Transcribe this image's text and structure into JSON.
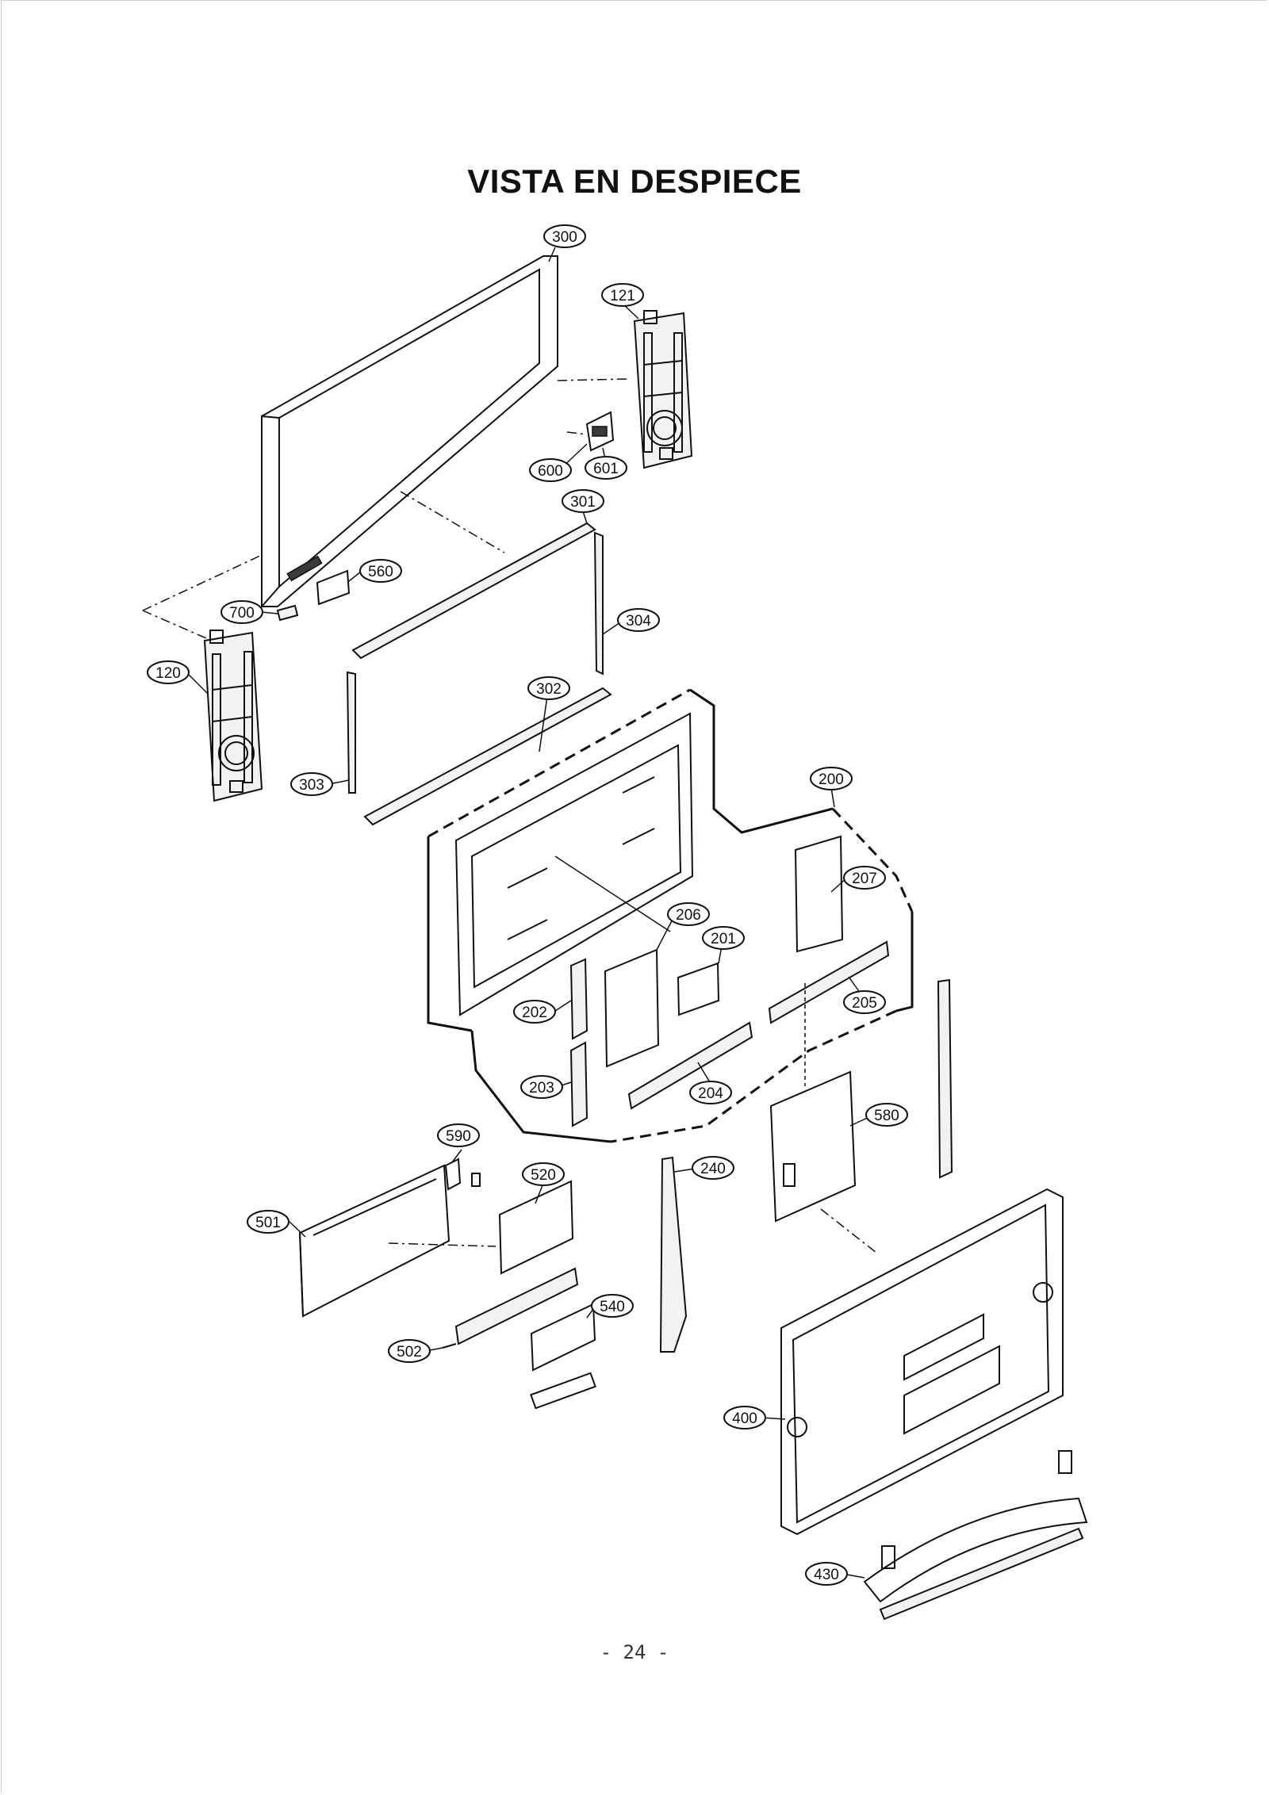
{
  "page": {
    "title": "VISTA EN DESPIECE",
    "page_number": "- 24 -"
  },
  "diagram": {
    "type": "exploded-view",
    "part_labels": [
      {
        "id": "300",
        "text": "300"
      },
      {
        "id": "121",
        "text": "121"
      },
      {
        "id": "600",
        "text": "600"
      },
      {
        "id": "601",
        "text": "601"
      },
      {
        "id": "301",
        "text": "301"
      },
      {
        "id": "560",
        "text": "560"
      },
      {
        "id": "700",
        "text": "700"
      },
      {
        "id": "304",
        "text": "304"
      },
      {
        "id": "120",
        "text": "120"
      },
      {
        "id": "302",
        "text": "302"
      },
      {
        "id": "303",
        "text": "303"
      },
      {
        "id": "200",
        "text": "200"
      },
      {
        "id": "207",
        "text": "207"
      },
      {
        "id": "206",
        "text": "206"
      },
      {
        "id": "201",
        "text": "201"
      },
      {
        "id": "205",
        "text": "205"
      },
      {
        "id": "202",
        "text": "202"
      },
      {
        "id": "203",
        "text": "203"
      },
      {
        "id": "204",
        "text": "204"
      },
      {
        "id": "580",
        "text": "580"
      },
      {
        "id": "590",
        "text": "590"
      },
      {
        "id": "520",
        "text": "520"
      },
      {
        "id": "240",
        "text": "240"
      },
      {
        "id": "501",
        "text": "501"
      },
      {
        "id": "540",
        "text": "540"
      },
      {
        "id": "502",
        "text": "502"
      },
      {
        "id": "400",
        "text": "400"
      },
      {
        "id": "430",
        "text": "430"
      }
    ]
  }
}
